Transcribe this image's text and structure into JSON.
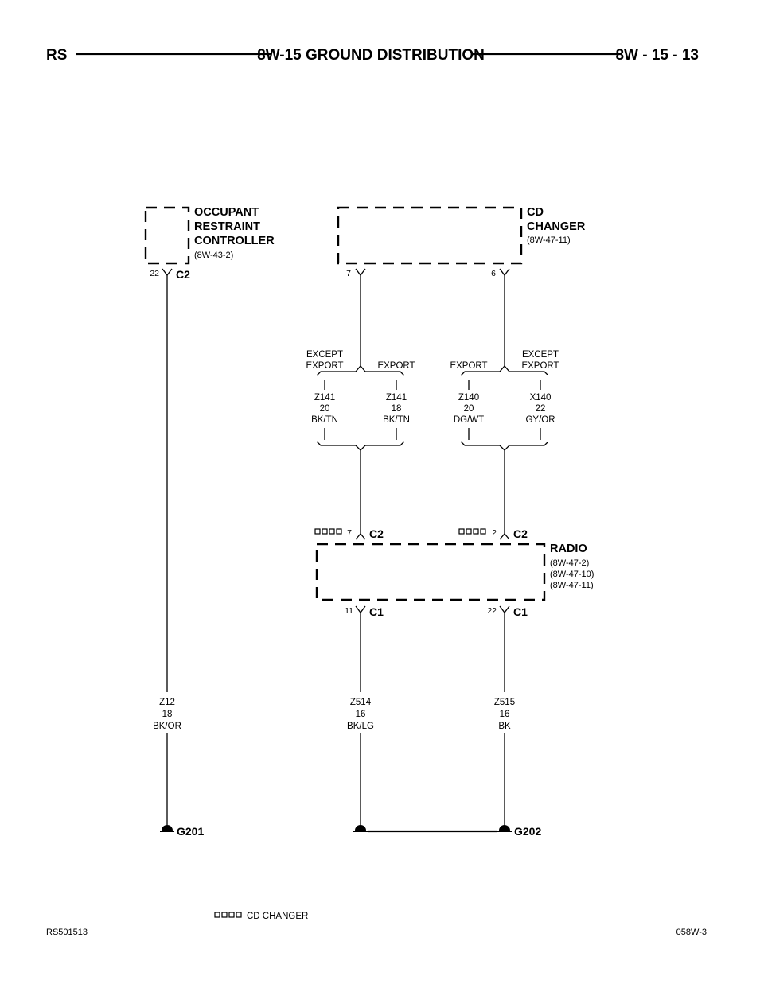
{
  "header": {
    "left": "RS",
    "title": "8W-15 GROUND DISTRIBUTION",
    "right": "8W - 15 - 13"
  },
  "components": {
    "orc": {
      "name": [
        "OCCUPANT",
        "RESTRAINT",
        "CONTROLLER"
      ],
      "ref": "(8W-43-2)"
    },
    "cd": {
      "name": [
        "CD",
        "CHANGER"
      ],
      "ref": "(8W-47-11)"
    },
    "radio": {
      "name": "RADIO",
      "refs": [
        "(8W-47-2)",
        "(8W-47-10)",
        "(8W-47-11)"
      ]
    }
  },
  "connectors": {
    "orc_c2": {
      "pin": "22",
      "label": "C2"
    },
    "cd_pin7": {
      "pin": "7"
    },
    "cd_pin6": {
      "pin": "6"
    },
    "radio_c2_left": {
      "pin": "7",
      "label": "C2"
    },
    "radio_c2_right": {
      "pin": "2",
      "label": "C2"
    },
    "radio_c1_left": {
      "pin": "11",
      "label": "C1"
    },
    "radio_c1_right": {
      "pin": "22",
      "label": "C1"
    }
  },
  "options": {
    "left_except": [
      "EXCEPT",
      "EXPORT"
    ],
    "left_export": "EXPORT",
    "right_export": "EXPORT",
    "right_except": [
      "EXCEPT",
      "EXPORT"
    ]
  },
  "wires": {
    "z141_a": [
      "Z141",
      "20",
      "BK/TN"
    ],
    "z141_b": [
      "Z141",
      "18",
      "BK/TN"
    ],
    "z140": [
      "Z140",
      "20",
      "DG/WT"
    ],
    "x140": [
      "X140",
      "22",
      "GY/OR"
    ],
    "z12": [
      "Z12",
      "18",
      "BK/OR"
    ],
    "z514": [
      "Z514",
      "16",
      "BK/LG"
    ],
    "z515": [
      "Z515",
      "16",
      "BK"
    ]
  },
  "grounds": {
    "g201": "G201",
    "g202": "G202"
  },
  "legend": {
    "text": "CD CHANGER"
  },
  "footer": {
    "left": "RS501513",
    "right": "058W-3"
  }
}
